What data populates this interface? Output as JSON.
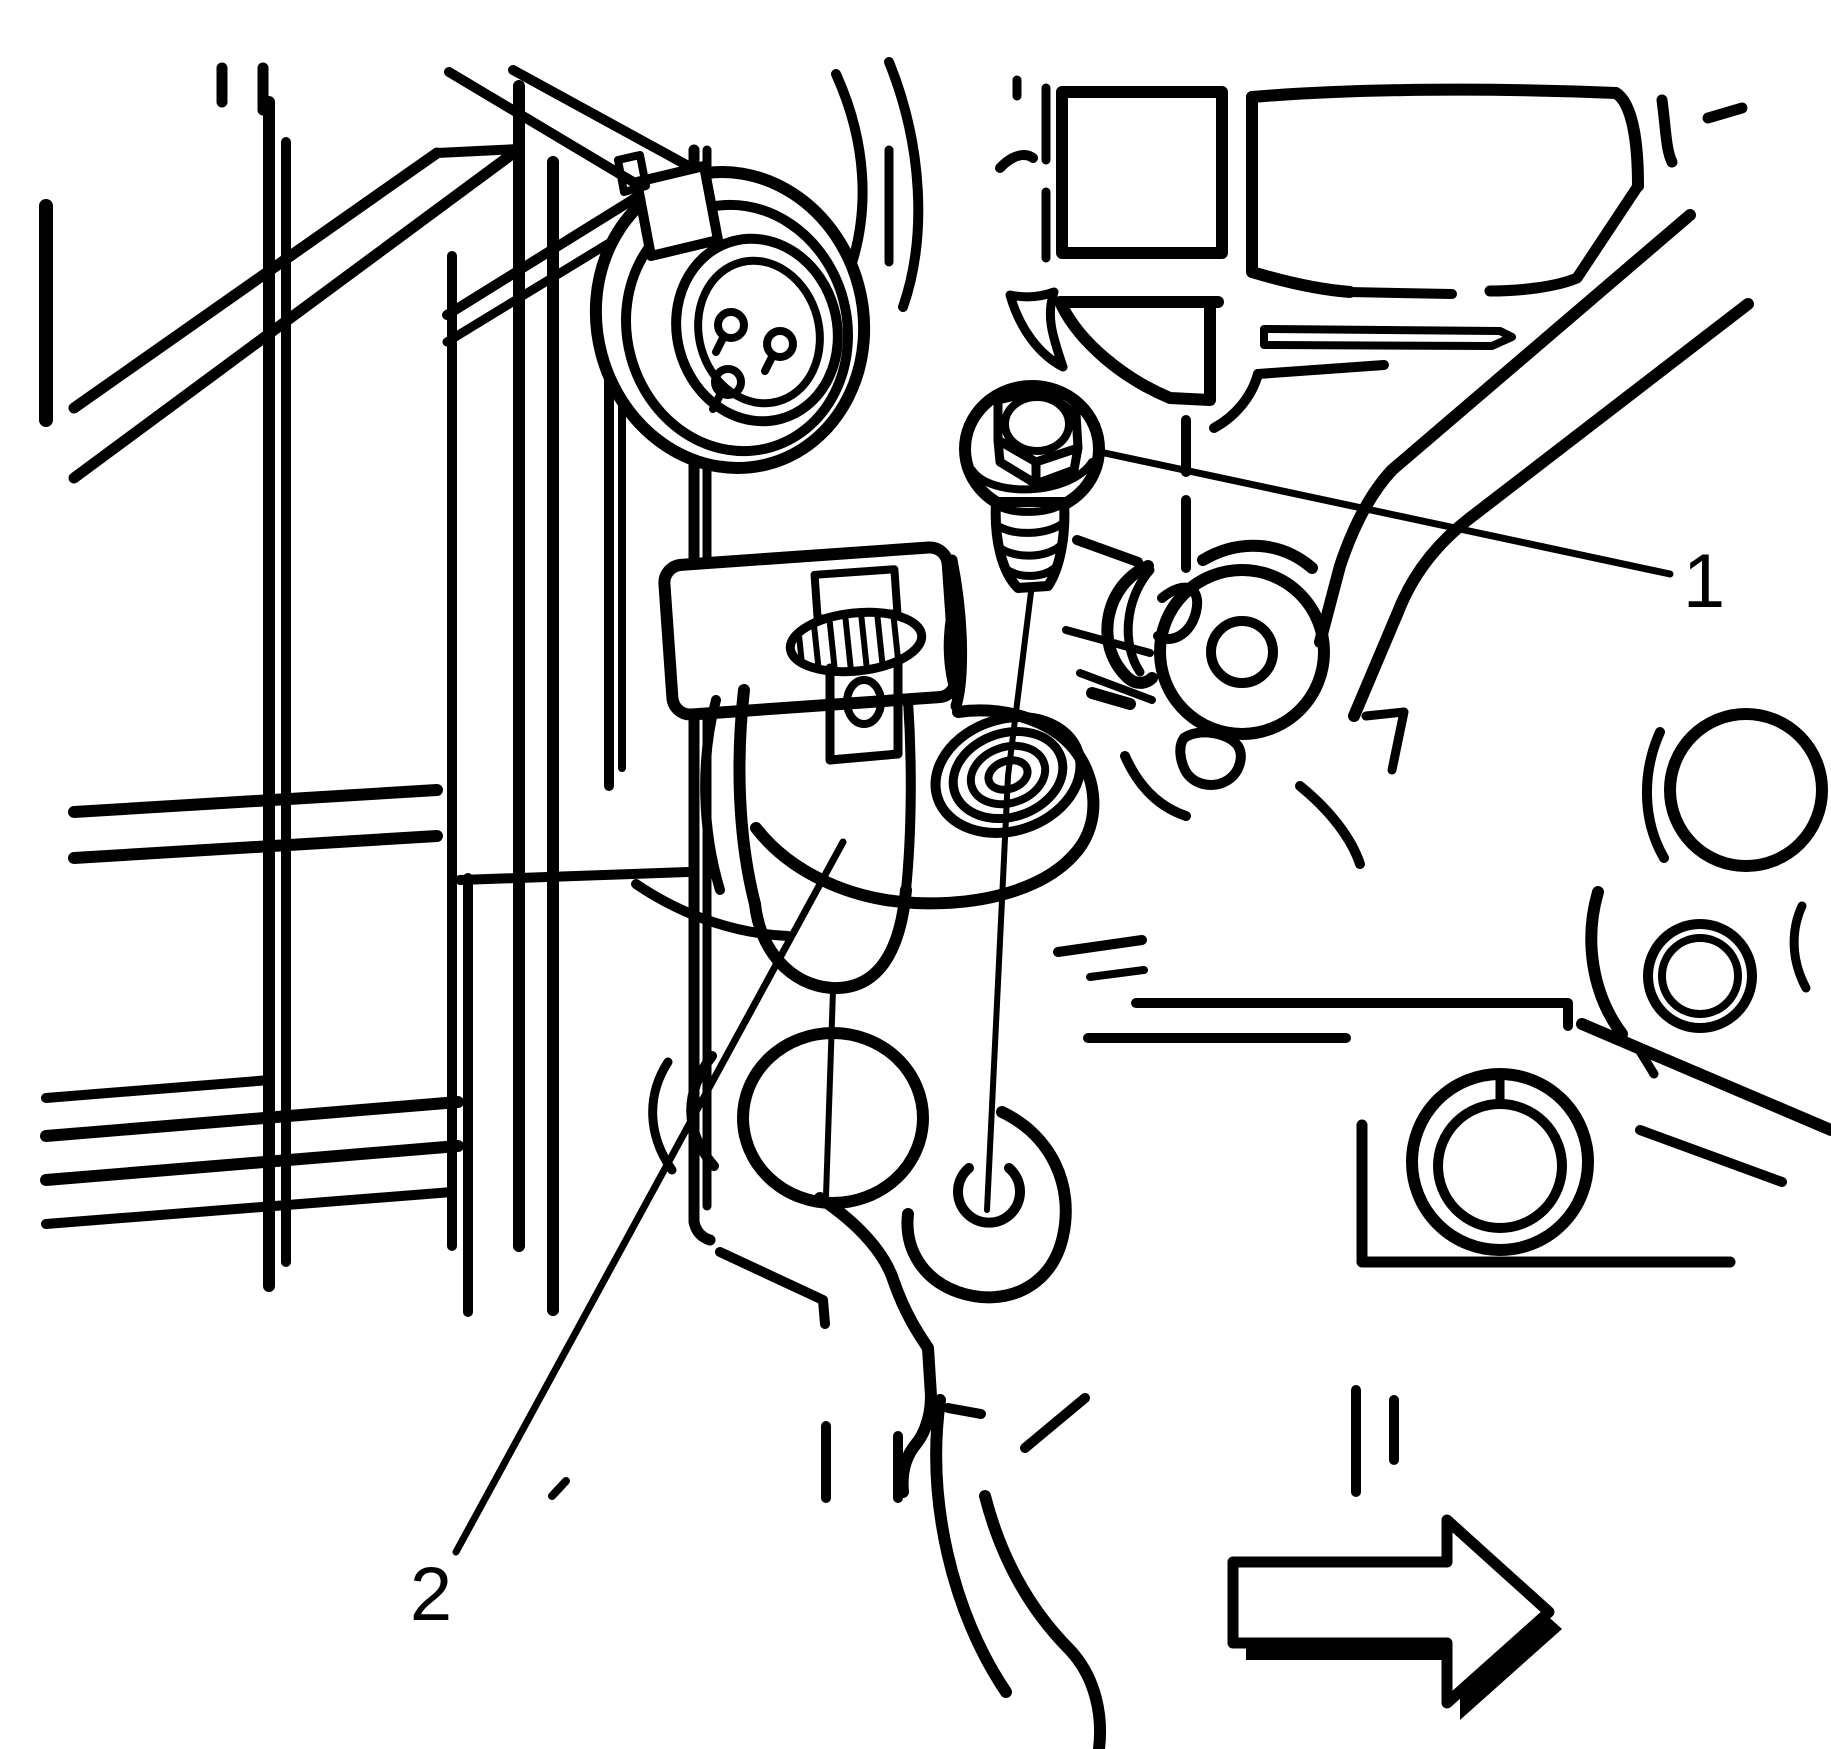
{
  "page": {
    "background": "#ffffff",
    "line_color": "#000000"
  },
  "diagram": {
    "callout_1": "1",
    "callout_2": "2"
  },
  "icons": {
    "direction_arrow": "right-block-arrow"
  }
}
